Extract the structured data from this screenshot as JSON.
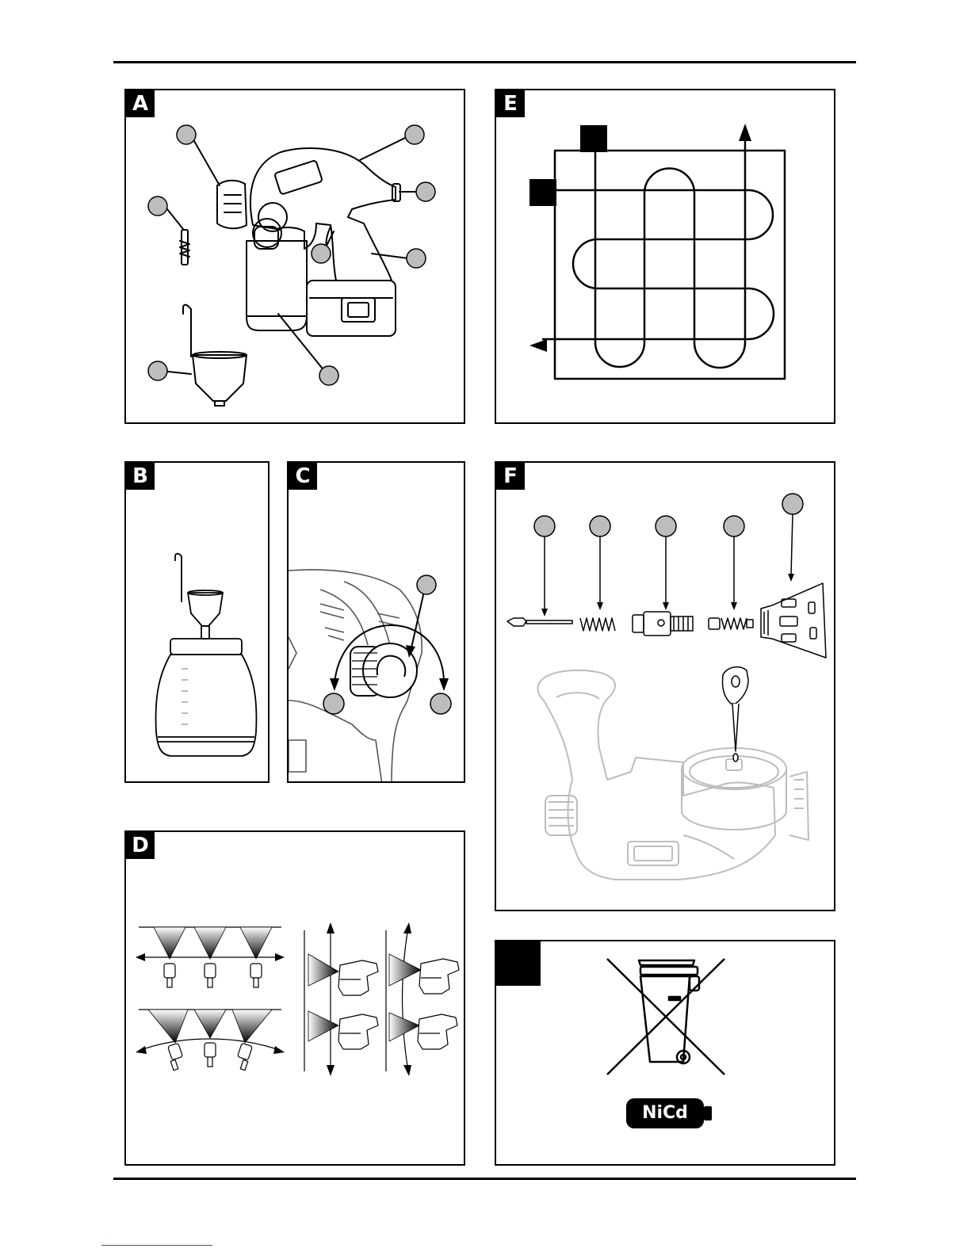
{
  "panels": {
    "a": {
      "label": "A"
    },
    "b": {
      "label": "B"
    },
    "c": {
      "label": "C"
    },
    "d": {
      "label": "D"
    },
    "e": {
      "label": "E"
    },
    "f": {
      "label": "F"
    },
    "g": {
      "label": ""
    }
  },
  "recycling": {
    "battery_label": "NiCd"
  },
  "icons": {
    "weee": "crossed-out-wheelie-bin-icon",
    "battery": "battery-icon"
  },
  "colors": {
    "ink": "#000000",
    "fill": "#ffffff",
    "callout": "#bdbdbd"
  }
}
